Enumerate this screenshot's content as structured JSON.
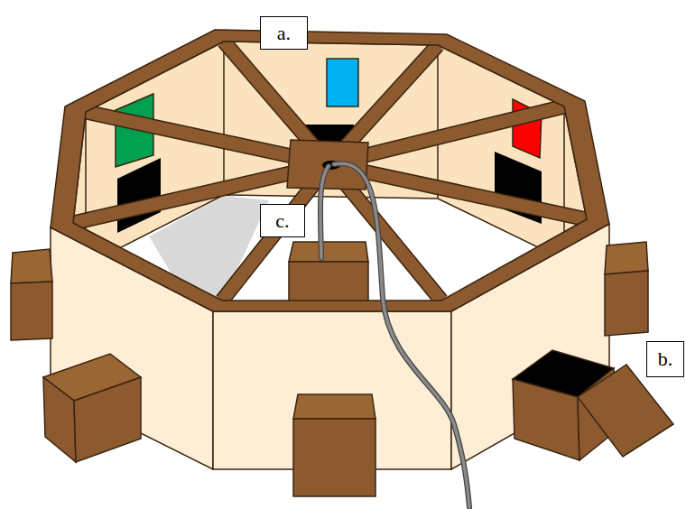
{
  "diagram": {
    "labels": [
      "a.",
      "c.",
      "b."
    ]
  }
}
